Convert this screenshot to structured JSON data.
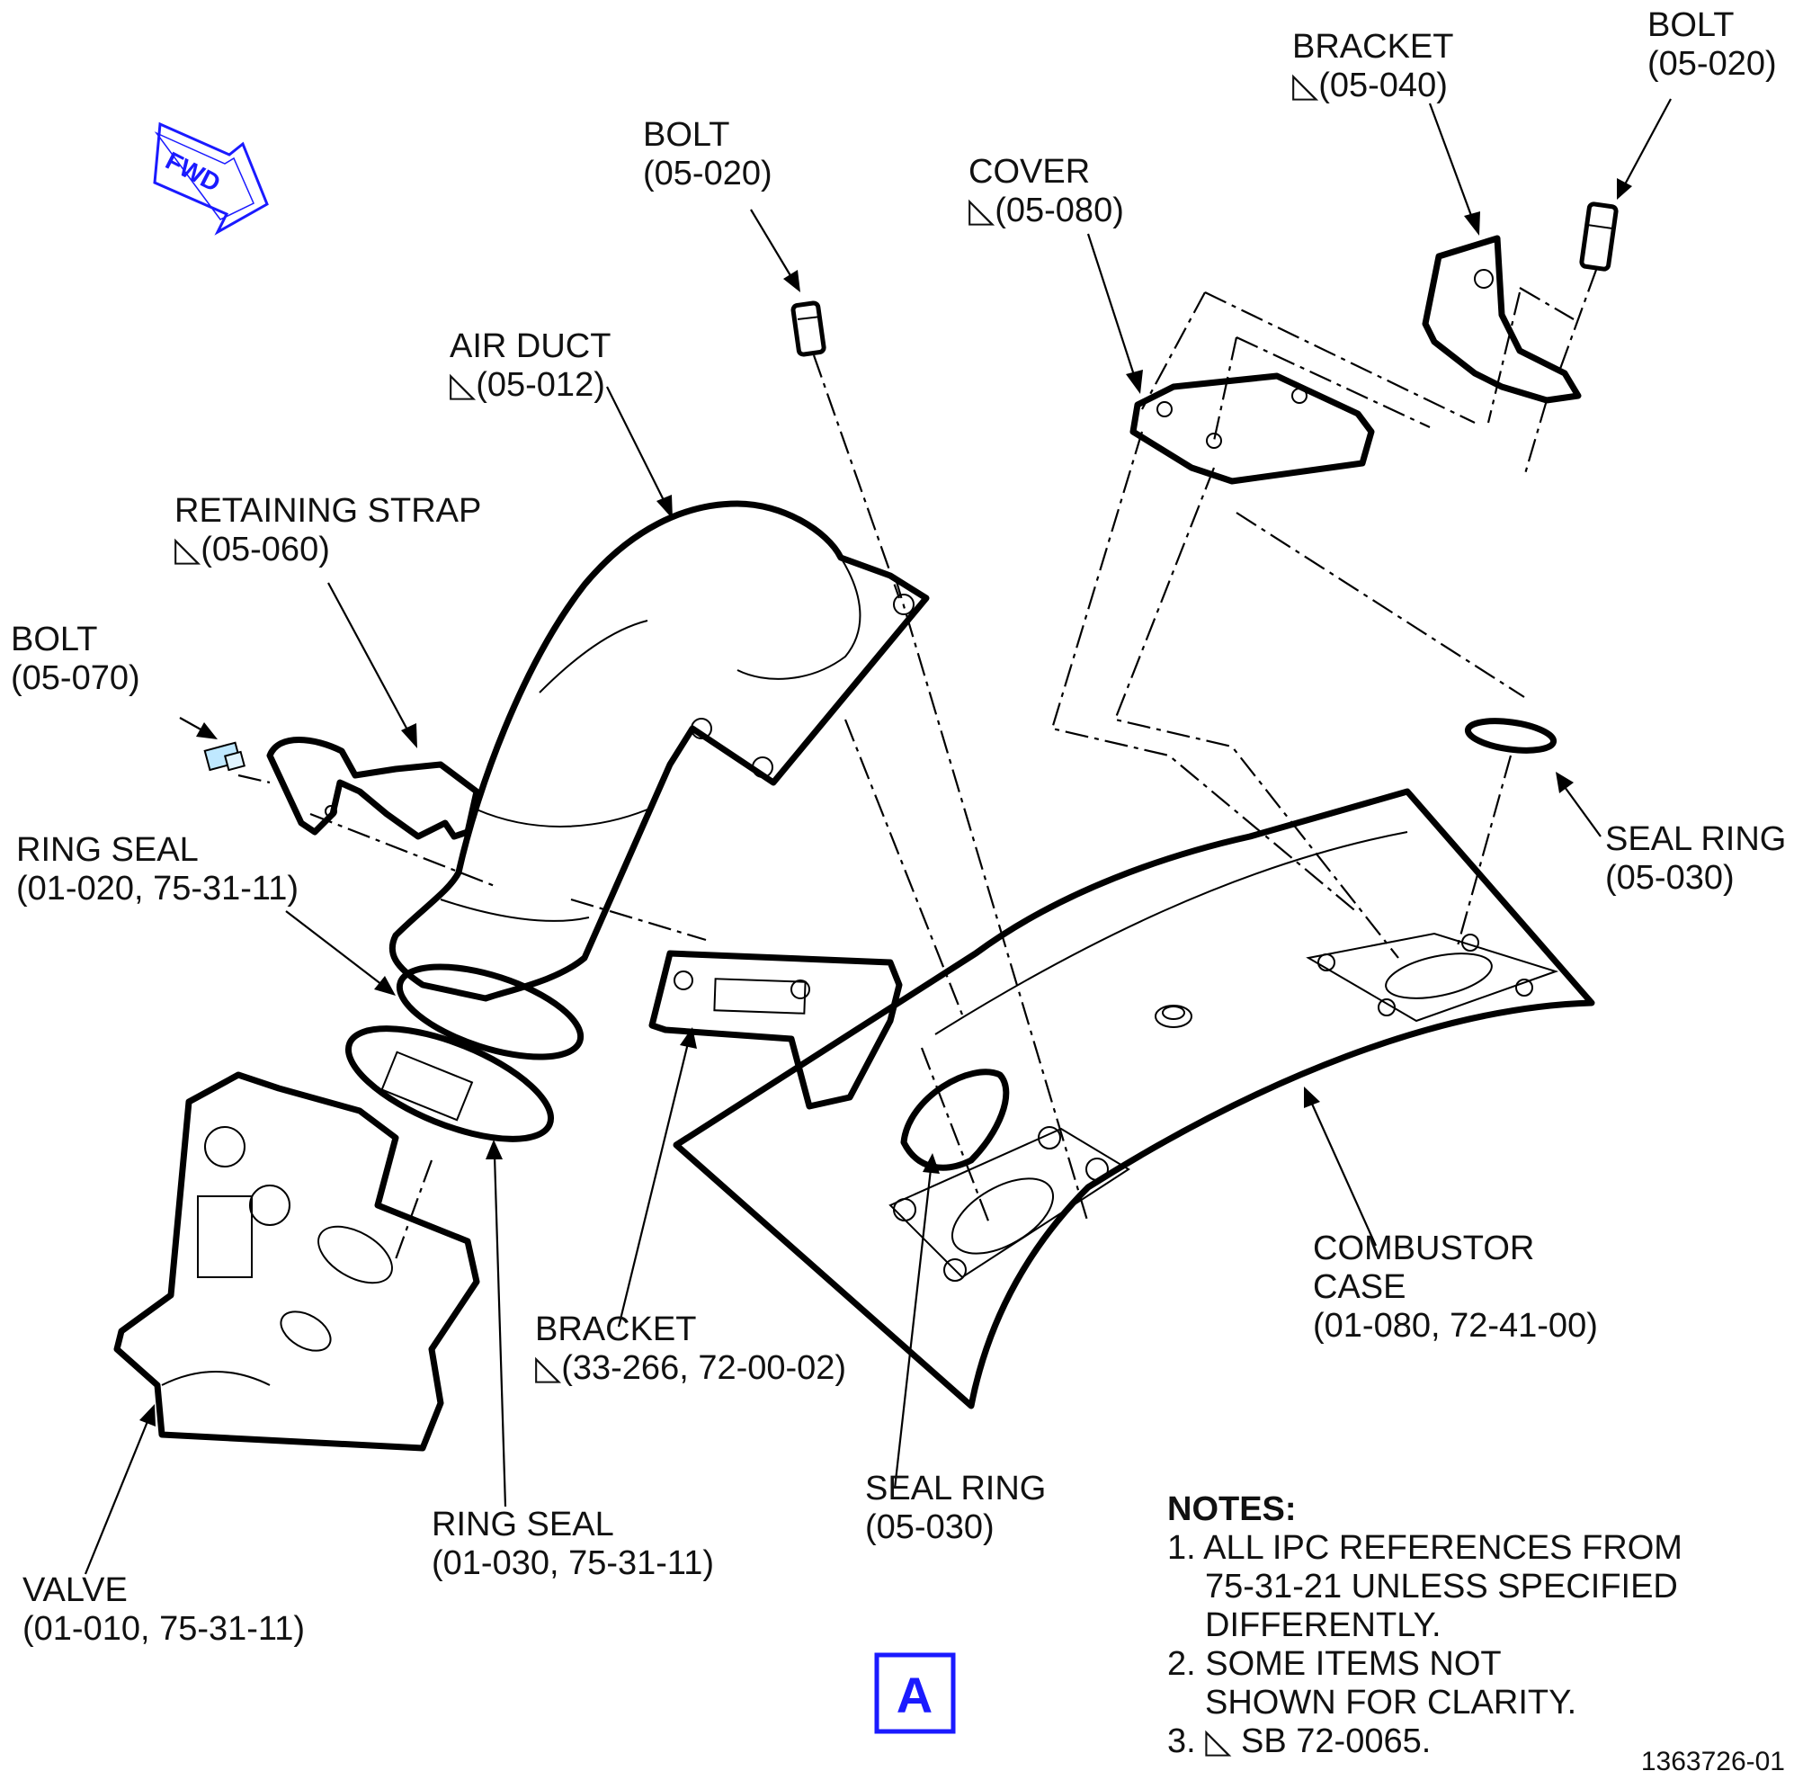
{
  "labels": {
    "bracket_top": {
      "name": "BRACKET",
      "ref": "◺(05-040)"
    },
    "bolt_top_right": {
      "name": "BOLT",
      "ref": "(05-020)"
    },
    "bolt_top_center": {
      "name": "BOLT",
      "ref": "(05-020)"
    },
    "cover": {
      "name": "COVER",
      "ref": "◺(05-080)"
    },
    "air_duct": {
      "name": "AIR DUCT",
      "ref": "◺(05-012)"
    },
    "retaining_strap": {
      "name": "RETAINING STRAP",
      "ref": "◺(05-060)"
    },
    "bolt_left": {
      "name": "BOLT",
      "ref": "(05-070)"
    },
    "ring_seal_upper": {
      "name": "RING SEAL",
      "ref": "(01-020, 75-31-11)"
    },
    "seal_ring_right": {
      "name": "SEAL RING",
      "ref": "(05-030)"
    },
    "combustor_case": {
      "line1": "COMBUSTOR",
      "line2": "CASE",
      "ref": "(01-080, 72-41-00)"
    },
    "bracket_mid": {
      "name": "BRACKET",
      "ref": "◺(33-266, 72-00-02)"
    },
    "seal_ring_bottom": {
      "name": "SEAL RING",
      "ref": "(05-030)"
    },
    "ring_seal_lower": {
      "name": "RING SEAL",
      "ref": "(01-030, 75-31-11)"
    },
    "valve": {
      "name": "VALVE",
      "ref": "(01-010, 75-31-11)"
    }
  },
  "notes": {
    "title": "NOTES:",
    "n1_l1": "1. ALL IPC REFERENCES FROM",
    "n1_l2": "75-31-21 UNLESS SPECIFIED",
    "n1_l3": "DIFFERENTLY.",
    "n2_l1": "2. SOME ITEMS NOT",
    "n2_l2": "SHOWN FOR CLARITY.",
    "n3": "3. ◺ SB 72-0065."
  },
  "fwd": "FWD",
  "view_letter": "A",
  "figure_number": "1363726-01",
  "colors": {
    "accent": "#1a1aff",
    "ink": "#000000"
  }
}
